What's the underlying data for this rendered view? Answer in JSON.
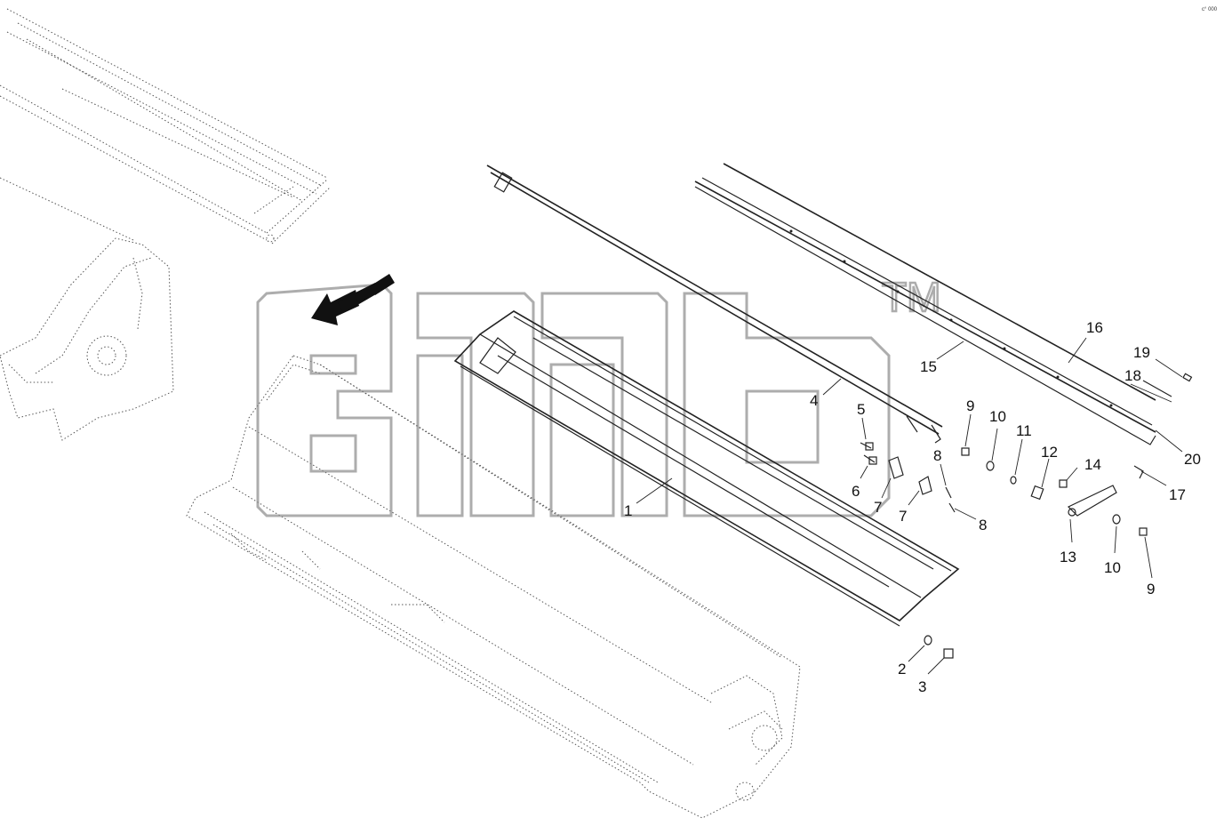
{
  "diagram": {
    "reference_code": "c° 000",
    "watermark_trademark": "TM",
    "callouts": [
      {
        "id": "1",
        "label": "1"
      },
      {
        "id": "2",
        "label": "2"
      },
      {
        "id": "3",
        "label": "3"
      },
      {
        "id": "4",
        "label": "4"
      },
      {
        "id": "5",
        "label": "5"
      },
      {
        "id": "6",
        "label": "6"
      },
      {
        "id": "7a",
        "label": "7"
      },
      {
        "id": "7b",
        "label": "7"
      },
      {
        "id": "8a",
        "label": "8"
      },
      {
        "id": "8b",
        "label": "8"
      },
      {
        "id": "9a",
        "label": "9"
      },
      {
        "id": "9b",
        "label": "9"
      },
      {
        "id": "10a",
        "label": "10"
      },
      {
        "id": "10b",
        "label": "10"
      },
      {
        "id": "11",
        "label": "11"
      },
      {
        "id": "12",
        "label": "12"
      },
      {
        "id": "13",
        "label": "13"
      },
      {
        "id": "14",
        "label": "14"
      },
      {
        "id": "15",
        "label": "15"
      },
      {
        "id": "16",
        "label": "16"
      },
      {
        "id": "17",
        "label": "17"
      },
      {
        "id": "18",
        "label": "18"
      },
      {
        "id": "19",
        "label": "19"
      },
      {
        "id": "20",
        "label": "20"
      }
    ]
  }
}
